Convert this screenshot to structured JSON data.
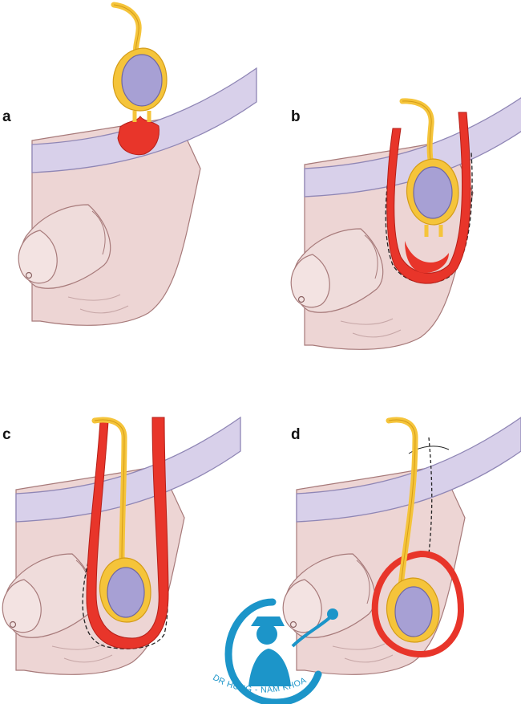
{
  "panels": [
    {
      "label": "a"
    },
    {
      "label": "b"
    },
    {
      "label": "c"
    },
    {
      "label": "d"
    }
  ],
  "watermark": {
    "text": "DR HUNG - NAM KHOA"
  },
  "colors": {
    "background": "#ffffff",
    "skin": "#edd5d4",
    "skin_outline": "#a77a7a",
    "abdominal_wall": "#d8d0ea",
    "testis": "#a7a0d4",
    "cord": "#f5c43a",
    "sac": "#e8352a",
    "watermark": "#1c95c9"
  },
  "icons": [
    "scrotum",
    "penis",
    "testis",
    "spermatic-cord",
    "hernia-sac",
    "watermark-logo"
  ]
}
